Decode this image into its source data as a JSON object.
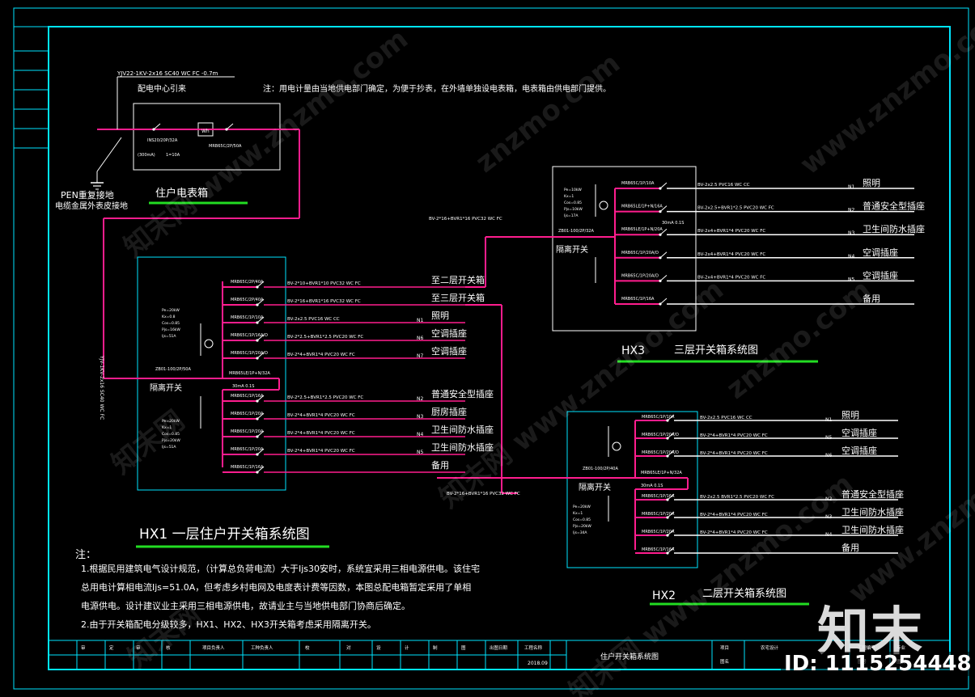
{
  "colors": {
    "frame": "#00e5ff",
    "power": "#ff1d8e",
    "label": "#ffffff",
    "title_bar": "#22dd22"
  },
  "meter": {
    "cable_top": "YJV22-1KV-2x16 SC40 WC FC -0.7m",
    "source_label": "配电中心引来",
    "note": "注：用电计量由当地供电部门确定，为便于抄表，在外墙单独设电表箱，电表箱由供电部门提供。",
    "breaker1": "INS20/20P/32A",
    "meter_box": "Wh",
    "current": "(300mA)",
    "kwh": "1=10A",
    "breaker2": "MRB65C/2P/50A",
    "ground1": "PEN重复接地",
    "ground2": "电缆金属外表皮接地",
    "title": "住户电表箱"
  },
  "hx1": {
    "vertical_cable": "YJV-1KV-2x16 SC40 WC FC",
    "params_a": [
      "Pe=20kW",
      "Kx=0.8",
      "Cos=0.85",
      "Pjs=16kW",
      "Ijs=51A"
    ],
    "params_b": [
      "Pe=20kW",
      "Kx=1",
      "Cos=0.85",
      "Pjs=20kW",
      "Ijs=51A"
    ],
    "switch_model": "ZB01-100/2P/50A",
    "switch_label": "隔离开关",
    "rcd": "MRB65LE/1P+N/32A",
    "rcd_spec": "30mA 0.1S",
    "upper": [
      {
        "breaker": "MRB65C/2P/40A",
        "cable": "BV-2*10+BVR1*10 PVC32 WC FC",
        "phase": "",
        "dest": "至二层开关箱"
      },
      {
        "breaker": "MRB65C/2P/40A",
        "cable": "BV-2*16+BVR1*16 PVC32 WC FC",
        "phase": "",
        "dest": "至三层开关箱"
      },
      {
        "breaker": "MRB65C/1P/10A",
        "cable": "BV-2x2.5 PVC16 WC CC",
        "phase": "N1",
        "dest": "照明"
      },
      {
        "breaker": "MRB65C/1P/16A/D",
        "cable": "BV-2*2.5+BVR1*2.5 PVC20 WC FC",
        "phase": "N6",
        "dest": "空调插座"
      },
      {
        "breaker": "MRB65C/1P/20A/D",
        "cable": "BV-2*4+BVR1*4 PVC20 WC FC",
        "phase": "N7",
        "dest": "空调插座"
      }
    ],
    "lower": [
      {
        "breaker": "MRB65C/1P/16A",
        "cable": "BV-2*2.5+BVR1*2.5 PVC20 WC FC",
        "phase": "N2",
        "dest": "普通安全型插座"
      },
      {
        "breaker": "MRB65C/1P/20A",
        "cable": "BV-2*4+BVR1*4 PVC20 WC FC",
        "phase": "N3",
        "dest": "厨房插座"
      },
      {
        "breaker": "MRB65C/1P/20A",
        "cable": "BV-2*4+BVR1*4 PVC20 WC FC",
        "phase": "N4",
        "dest": "卫生间防水插座"
      },
      {
        "breaker": "MRB65C/1P/20A",
        "cable": "BV-2*4+BVR1*4 PVC20 WC FC",
        "phase": "N5",
        "dest": "卫生间防水插座"
      },
      {
        "breaker": "MRB65C/1P/16A",
        "cable": "",
        "phase": "",
        "dest": "备用"
      }
    ],
    "title": "HX1 一层住户开关箱系统图"
  },
  "hx3": {
    "feed_cable": "BV-2*16+BVR1*16 PVC32 WC FC",
    "params": [
      "Pe=10kW",
      "Kx=1",
      "Cos=0.85",
      "Pjs=10kW",
      "Ijs=17A"
    ],
    "switch_model": "ZB01-100/2P/32A",
    "switch_label": "隔离开关",
    "rows": [
      {
        "breaker": "MRB65C/1P/10A",
        "cable": "BV-2x2.5 PVC16 WC CC",
        "phase": "N1",
        "dest": "照明"
      },
      {
        "breaker": "MRB65LE/1P+N/16A",
        "cable": "BV-2x2.5+BVR1*2.5 PVC20 WC FC",
        "phase": "N2",
        "dest": "普通安全型插座"
      },
      {
        "breaker": "MRB65LE/1P+N/20A",
        "cable": "BV-2x4+BVR1*4 PVC20 WC FC",
        "phase": "N3",
        "dest": "卫生间防水插座"
      },
      {
        "breaker": "MRB65C/1P/20A/D",
        "cable": "BV-2x4+BVR1*4 PVC20 WC FC",
        "phase": "N4",
        "dest": "空调插座"
      },
      {
        "breaker": "MRB65C/1P/20A/D",
        "cable": "BV-2x4+BVR1*4 PVC20 WC FC",
        "phase": "N5",
        "dest": "空调插座"
      },
      {
        "breaker": "MRB65C/1P/16A",
        "cable": "",
        "phase": "",
        "dest": "备用"
      }
    ],
    "rcd_spec": "30mA 0.1S",
    "title_code": "HX3",
    "title": "三层开关箱系统图"
  },
  "hx2": {
    "feed_cable": "BV-2*16+BVR1*16 PVC32 WC FC",
    "params": [
      "Pe=20kW",
      "Kx=1",
      "Cos=0.85",
      "Pjs=20kW",
      "Ijs=34A"
    ],
    "switch_model": "ZB01-100/2P/40A",
    "switch_label": "隔离开关",
    "rcd": "MRB65LE/1P+N/32A",
    "rcd_spec": "30mA 0.1S",
    "upper": [
      {
        "breaker": "MRB65C/1P/10A",
        "cable": "BV-2x2.5 PVC16 WC CC",
        "phase": "N1",
        "dest": "照明"
      },
      {
        "breaker": "MRB65C/1P/20A/D",
        "cable": "BV-2*4+BVR1*4 PVC20 WC FC",
        "phase": "N5",
        "dest": "空调插座"
      },
      {
        "breaker": "MRB65C/1P/20A/D",
        "cable": "BV-2*4+BVR1*4 PVC20 WC FC",
        "phase": "N6",
        "dest": "空调插座"
      }
    ],
    "lower": [
      {
        "breaker": "MRB65C/1P/16A",
        "cable": "BV-2x2.5 BVR1*2.5 PVC20 WC FC",
        "phase": "N2",
        "dest": "普通安全型插座"
      },
      {
        "breaker": "MRB65C/1P/20A",
        "cable": "BV-2*4+BVR1*4 PVC20 WC FC",
        "phase": "N3",
        "dest": "卫生间防水插座"
      },
      {
        "breaker": "MRB65C/1P/20A",
        "cable": "BV-2*4+BVR1*4 PVC20 WC FC",
        "phase": "N4",
        "dest": "卫生间防水插座"
      },
      {
        "breaker": "MRB65C/1P/16A",
        "cable": "",
        "phase": "",
        "dest": "备用"
      }
    ],
    "title_code": "HX2",
    "title": "二层开关箱系统图"
  },
  "notes": {
    "heading": "注：",
    "lines": [
      "1.根据民用建筑电气设计规范，（计算总负荷电流）大于Ijs30安时，系统宜采用三相电源供电。该住宅",
      "总用电计算相电流Ijs=51.0A，但考虑乡村电网及电度表计费等因数，本图总配电箱暂定采用了单相",
      "电源供电。设计建议业主采用三相电源供电，故请业主与当地供电部门协商后确定。",
      "2.由于开关箱配电分级较多，HX1、HX2、HX3开关箱考虑采用隔离开关。"
    ]
  },
  "title_block": {
    "cells": [
      "审",
      "定",
      "审",
      "核",
      "项目负责人",
      "工种负责人",
      "校",
      "对",
      "设",
      "计",
      "制",
      "图",
      "出图日期",
      "工程名称",
      "项目",
      "图名",
      "工程编号",
      "图号",
      "专业",
      "图别"
    ],
    "project": "农宅设计",
    "drawing_title": "住户开关箱系统图",
    "date": "2018.09"
  },
  "watermarks": [
    "知末网 www.znzmo.com",
    "znzmo.com",
    "www.znzmo.com",
    "知末网"
  ],
  "logo": "知末",
  "id_tag": "ID: 1115254448"
}
